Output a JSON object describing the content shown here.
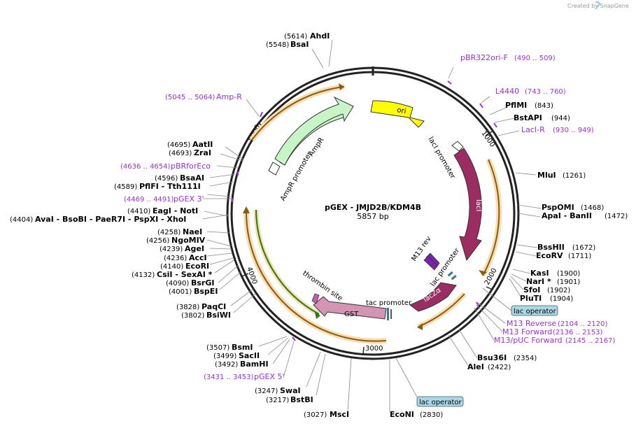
{
  "credit": "Created by SnapGene",
  "plasmid": {
    "name": "pGEX - JMJD2B/KDM4B",
    "length": "5857 bp"
  },
  "ticks": [
    "1000",
    "2000",
    "3000",
    "4000",
    "5000"
  ],
  "enzymes": [
    {
      "pos": "(5614)",
      "name": "AhdI"
    },
    {
      "pos": "(5548)",
      "name": "BsaI"
    },
    {
      "pos": "(843)",
      "name": "PflMI"
    },
    {
      "pos": "(944)",
      "name": "BstAPI"
    },
    {
      "pos": "(1261)",
      "name": "MluI"
    },
    {
      "pos": "(1468)",
      "name": "PspOMI"
    },
    {
      "pos": "(1472)",
      "name": "ApaI  - BanII"
    },
    {
      "pos": "(1672)",
      "name": "BssHII"
    },
    {
      "pos": "(1711)",
      "name": "EcoRV"
    },
    {
      "pos": "(1900)",
      "name": "KasI"
    },
    {
      "pos": "(1901)",
      "name": "NarI *"
    },
    {
      "pos": "(1902)",
      "name": "SfoI"
    },
    {
      "pos": "(1904)",
      "name": "PluTI"
    },
    {
      "pos": "(2354)",
      "name": "Bsu36I"
    },
    {
      "pos": "(2422)",
      "name": "AleI"
    },
    {
      "pos": "(2830)",
      "name": "EcoNI"
    },
    {
      "pos": "(3027)",
      "name": "MscI"
    },
    {
      "pos": "(3217)",
      "name": "BstBI"
    },
    {
      "pos": "(3247)",
      "name": "SwaI"
    },
    {
      "pos": "(3492)",
      "name": "BamHI"
    },
    {
      "pos": "(3499)",
      "name": "SacII"
    },
    {
      "pos": "(3507)",
      "name": "BsmI"
    },
    {
      "pos": "(3802)",
      "name": "BsiWI"
    },
    {
      "pos": "(3828)",
      "name": "PaqCI"
    },
    {
      "pos": "(4001)",
      "name": "BspEI"
    },
    {
      "pos": "(4090)",
      "name": "BsrGI"
    },
    {
      "pos": "(4132)",
      "name": "CsiI  - SexAI *"
    },
    {
      "pos": "(4140)",
      "name": "EcoRI"
    },
    {
      "pos": "(4236)",
      "name": "AccI"
    },
    {
      "pos": "(4239)",
      "name": "AgeI"
    },
    {
      "pos": "(4256)",
      "name": "NgoMIV"
    },
    {
      "pos": "(4258)",
      "name": "NaeI"
    },
    {
      "pos": "(4404)",
      "name": "AvaI   - BsoBI   - PaeR7I   - PspXI   - XhoI"
    },
    {
      "pos": "(4410)",
      "name": "EagI   - NotI"
    },
    {
      "pos": "(4589)",
      "name": "PflFI   - Tth111I"
    },
    {
      "pos": "(4596)",
      "name": "BsaAI"
    },
    {
      "pos": "(4693)",
      "name": "ZraI"
    },
    {
      "pos": "(4695)",
      "name": "AatII"
    }
  ],
  "primers": [
    {
      "name": "pBR322ori-F",
      "range": "(490 .. 509)"
    },
    {
      "name": "L4440",
      "range": "(743 .. 760)"
    },
    {
      "name": "LacI-R",
      "range": "(930 .. 949)"
    },
    {
      "name": "M13 Reverse",
      "range": "(2104 .. 2120)"
    },
    {
      "name": "M13 Forward",
      "range": "(2136 .. 2153)"
    },
    {
      "name": "M13/pUC Forward",
      "range": "(2145 .. 2167)"
    },
    {
      "name": "pGEX 5'",
      "range": "(3431 .. 3453)"
    },
    {
      "name": "pGEX 3'",
      "range": "(4469 .. 4491)"
    },
    {
      "name": "pBRforEco",
      "range": "(4636 .. 4654)"
    },
    {
      "name": "Amp-R",
      "range": "(5045 .. 5064)"
    }
  ],
  "operators": [
    "lac operator",
    "lac operator"
  ],
  "features": {
    "ori": "ori",
    "laci_promoter": "lacI promoter",
    "laci": "lacI",
    "m13_rev": "M13 rev",
    "lac_promoter": "lac promoter",
    "lacza": "lacZα",
    "tac_promoter": "tac promoter",
    "gst": "GST",
    "thrombin": "thrombin site",
    "ampr": "AmpR",
    "ampr_promoter": "AmpR promoter"
  },
  "colors": {
    "ori": "#ffff00",
    "laci": "#9b2d62",
    "gst": "#d494b3",
    "ampr": "#c8f5c8",
    "primer": "#9b30d9",
    "orf_arc": "#8a5a12",
    "orf_glow": "#f7ddb0",
    "operator_fill": "#a8d8e8",
    "thrombin": "#c060b0"
  }
}
